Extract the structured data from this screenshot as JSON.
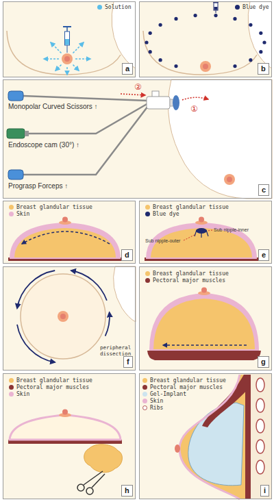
{
  "diagram": {
    "nodes": [
      {
        "text": [
          "a"
        ]
      },
      {
        "text": [
          "b"
        ]
      },
      {
        "text": [
          "c"
        ]
      },
      {
        "text": [
          "d"
        ]
      },
      {
        "text": [
          "e"
        ]
      },
      {
        "text": [
          "f"
        ]
      },
      {
        "text": [
          "g"
        ]
      },
      {
        "text": [
          "h"
        ]
      },
      {
        "text": [
          "i"
        ]
      }
    ],
    "labels": [
      "Monopolar Curved Scissors ↑",
      "Endoscope cam (30°) ↑",
      "Prograsp Forceps ↑",
      "②",
      "①",
      "Sub nipple-outer",
      "Sub nipple-inner",
      "peripheral dissection"
    ],
    "legend": [
      {
        "text": "Solution",
        "color": "#5bbde8"
      },
      {
        "text": "Blue dye",
        "color": "#1f2a6e"
      },
      {
        "text": "Breast glandular tissue",
        "color": "#f5c46c"
      },
      {
        "text": "Skin",
        "color": "#eab4d2"
      },
      {
        "text": "Breast glandular tissue",
        "color": "#f5c46c"
      },
      {
        "text": "Blue dye",
        "color": "#1f2a6e"
      },
      {
        "text": "Breast glandular tissue",
        "color": "#f5c46c"
      },
      {
        "text": "Pectoral major muscles",
        "color": "#8b3535"
      },
      {
        "text": "Breast glandular tissue",
        "color": "#f5c46c"
      },
      {
        "text": "Pectoral major muscles",
        "color": "#8b3535"
      },
      {
        "text": "Skin",
        "color": "#eab4d2"
      },
      {
        "text": "Breast glandular tissue",
        "color": "#f5c46c"
      },
      {
        "text": "Pectoral major muscles",
        "color": "#8b3535"
      },
      {
        "text": "Gel-Implant",
        "color": "#cde4ef"
      },
      {
        "text": "Skin",
        "color": "#eab4d2"
      },
      {
        "text": "Ribs"
      }
    ]
  }
}
